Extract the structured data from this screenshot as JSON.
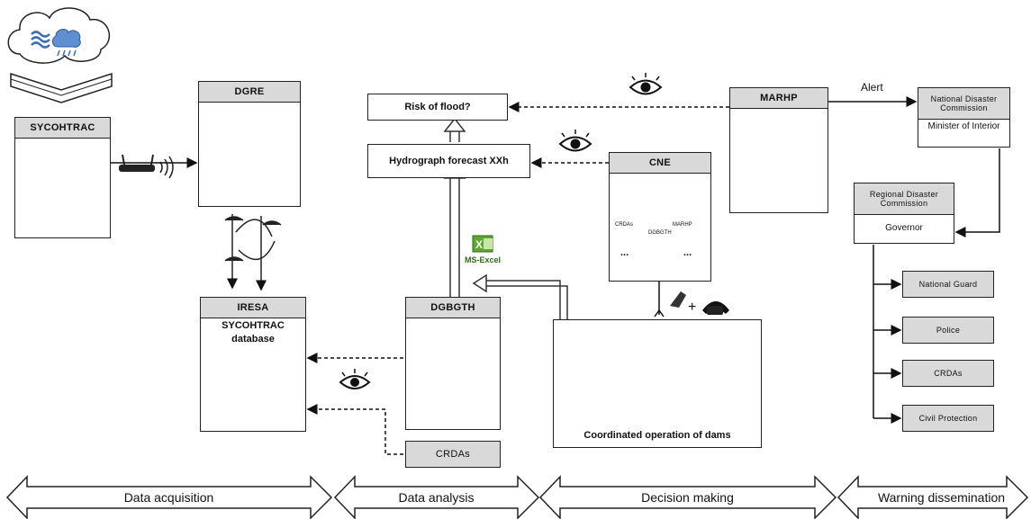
{
  "nodes": {
    "sycohtrac": "SYCOHTRAC",
    "dgre": "DGRE",
    "iresa": "IRESA",
    "iresa_db_line1": "SYCOHTRAC",
    "iresa_db_line2": "database",
    "dgbgth": "DGBGTH",
    "crdas_bottom": "CRDAs",
    "risk": "Risk of flood?",
    "hydrograph": "Hydrograph forecast XXh",
    "cne": "CNE",
    "cne_crdas": "CRDAs",
    "cne_marhp": "MARHP",
    "cne_dgbgth": "DGBGTH",
    "cne_dots_left": "...",
    "cne_dots_right": "...",
    "ms_excel": "MS-Excel",
    "marhp": "MARHP",
    "alert": "Alert",
    "national_commission": "National Disaster Commission",
    "minister": "Minister of Interior",
    "regional_commission": "Regional Disaster Commission",
    "governor": "Governor",
    "national_guard": "National Guard",
    "police": "Police",
    "crdas_right": "CRDAs",
    "civil_protection": "Civil Protection",
    "coordinated": "Coordinated operation of dams"
  },
  "phases": [
    "Data acquisition",
    "Data analysis",
    "Decision making",
    "Warning dissemination"
  ]
}
